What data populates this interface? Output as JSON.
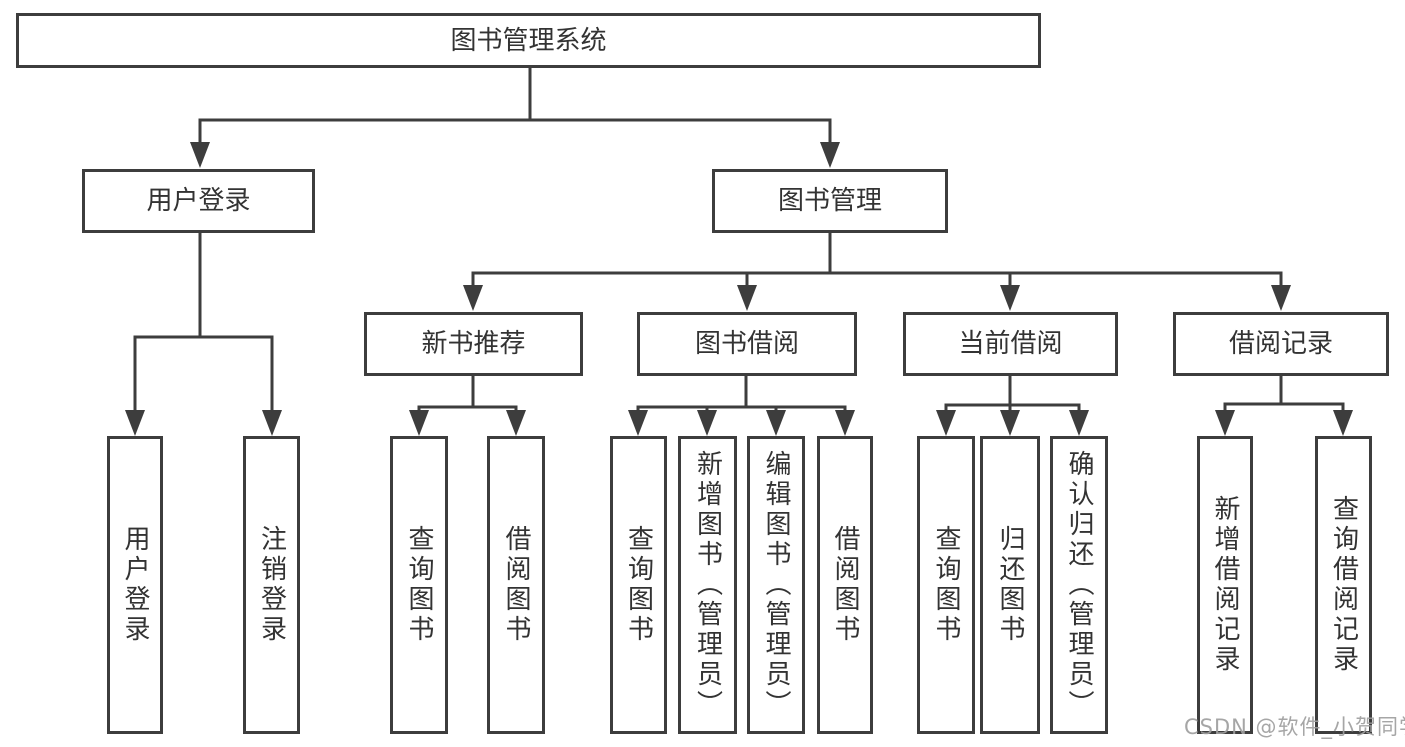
{
  "colors": {
    "line": "#3D3D3D",
    "box_border": "#3D3D3D",
    "text": "#333333",
    "watermark": "#9E9E9E",
    "background": "#FFFFFF"
  },
  "tree": {
    "root": {
      "label": "图书管理系统"
    },
    "branches": [
      {
        "label": "用户登录",
        "children": [
          {
            "label": "用户登录"
          },
          {
            "label": "注销登录"
          }
        ]
      },
      {
        "label": "图书管理",
        "children": [
          {
            "label": "新书推荐",
            "children": [
              {
                "label": "查询图书"
              },
              {
                "label": "借阅图书"
              }
            ]
          },
          {
            "label": "图书借阅",
            "children": [
              {
                "label": "查询图书"
              },
              {
                "label": "新增图书（管理员）"
              },
              {
                "label": "编辑图书（管理员）"
              },
              {
                "label": "借阅图书"
              }
            ]
          },
          {
            "label": "当前借阅",
            "children": [
              {
                "label": "查询图书"
              },
              {
                "label": "归还图书"
              },
              {
                "label": "确认归还（管理员）"
              }
            ]
          },
          {
            "label": "借阅记录",
            "children": [
              {
                "label": "新增借阅记录"
              },
              {
                "label": "查询借阅记录"
              }
            ]
          }
        ]
      }
    ]
  },
  "watermark": {
    "text": "CSDN @软件_小贺同学"
  }
}
